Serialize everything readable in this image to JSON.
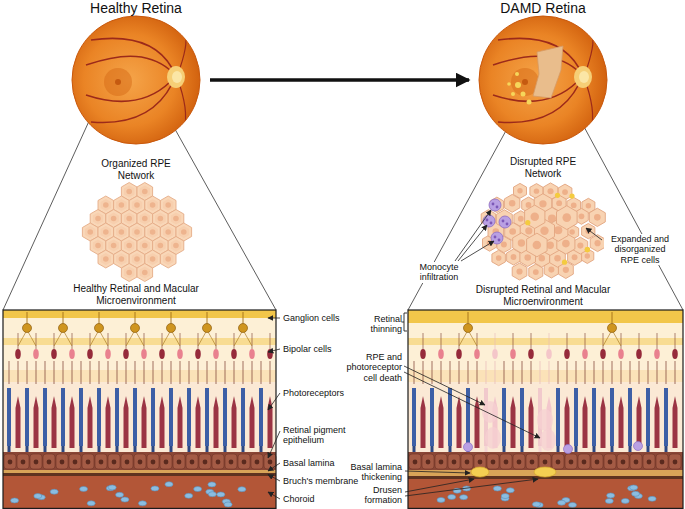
{
  "diagram": {
    "nodes": [
      {
        "text": [
          "Healthy Retina"
        ]
      },
      {
        "text": [
          "DAMD Retina"
        ]
      }
    ],
    "edges": [
      {
        "from": 0,
        "to": 1,
        "arrow": "to"
      }
    ],
    "labels": [
      "Organized RPE Network",
      "Healthy Retinal and Macular Microenvironment",
      "Disrupted RPE Network",
      "Monocyte infiltration",
      "Expanded and disorganized RPE cells",
      "Disrupted Retinal and Macular Microenvironment",
      "Ganglion cells",
      "Bipolar cells",
      "Photoreceptors",
      "Retinal pigment epithelium",
      "Basal lamina",
      "Bruch's membrane",
      "Choroid",
      "Retinal thinning",
      "RPE and photoreceptor cell death",
      "Basal lamina thickening",
      "Drusen formation"
    ]
  }
}
